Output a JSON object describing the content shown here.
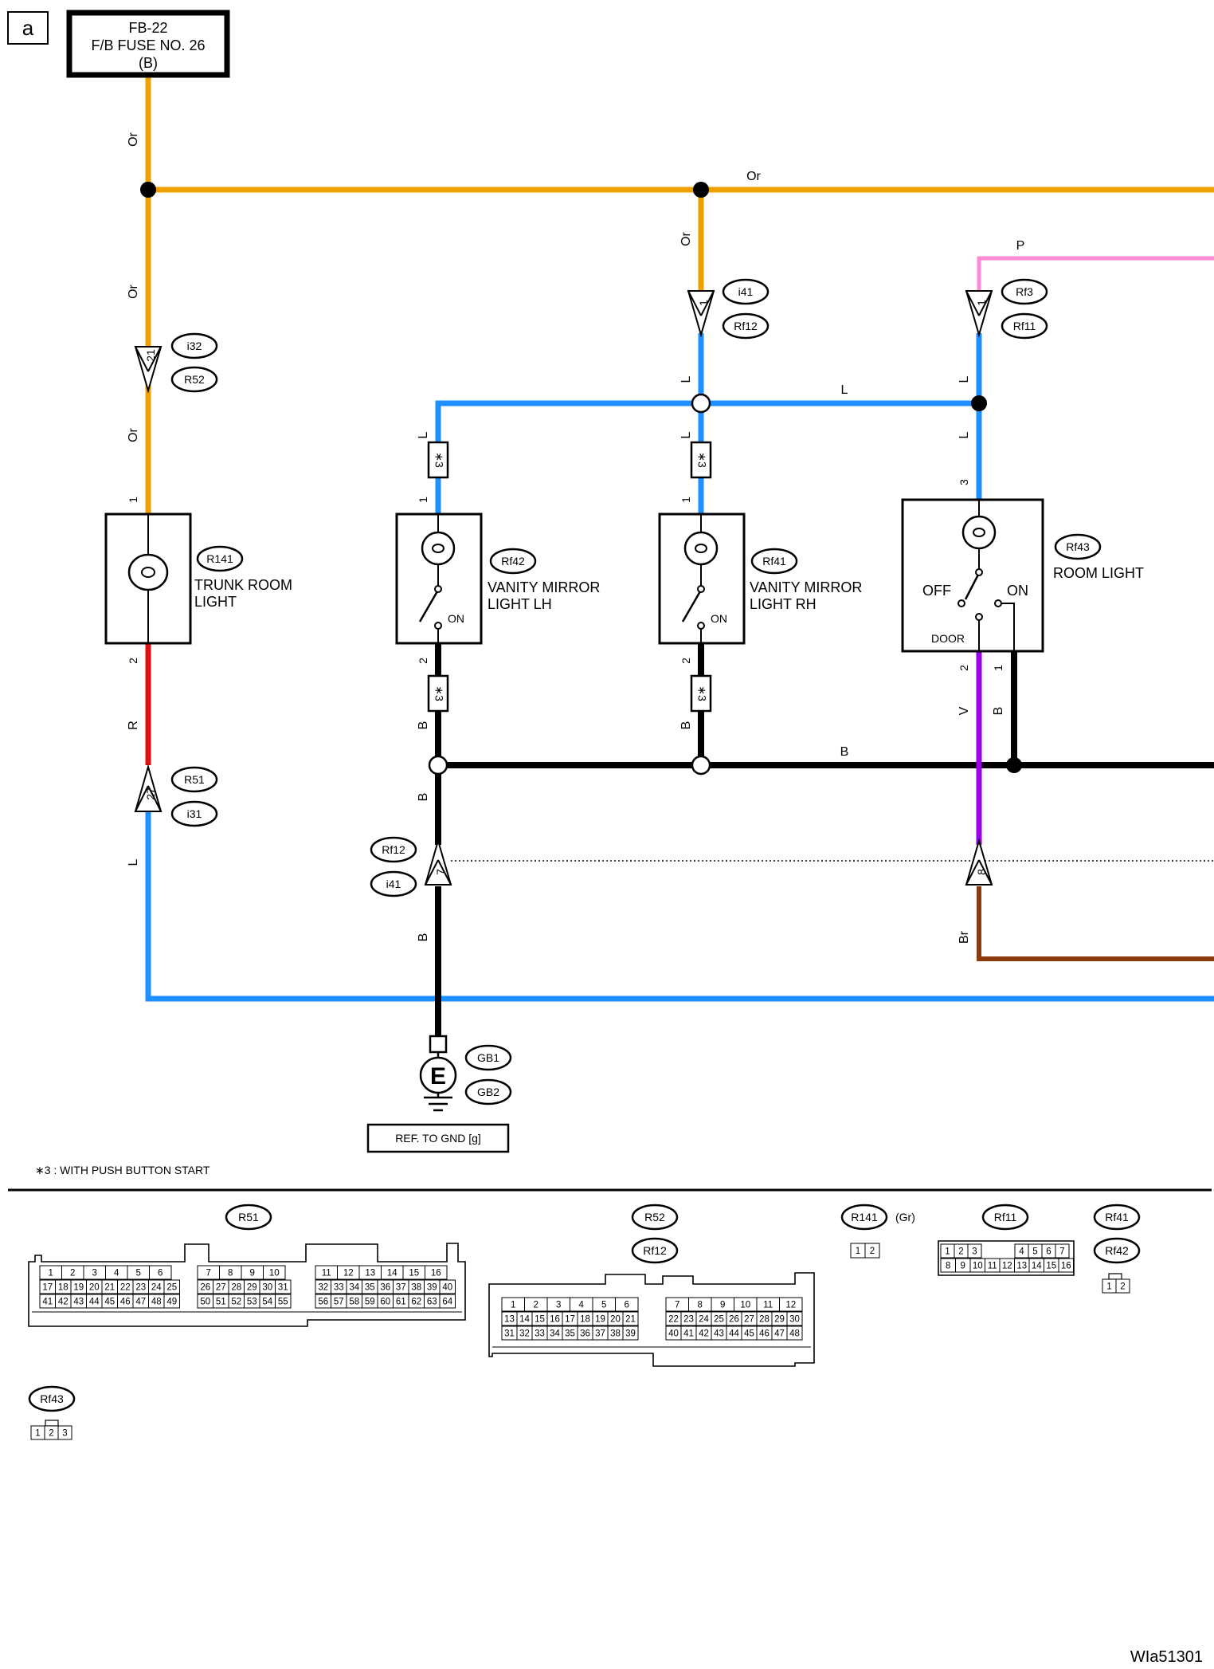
{
  "diagram_id": "a",
  "fuse": {
    "line1": "FB-22",
    "line2": "F/B FUSE NO. 26",
    "line3": "(B)"
  },
  "wire_colors": {
    "Or": "#ef9f00",
    "L": "#1e90ff",
    "P": "#ff8ad8",
    "R": "#e01010",
    "B": "#000000",
    "V": "#9a00e6",
    "Br": "#8b3a0e"
  },
  "wire_labels": {
    "or": "Or",
    "l": "L",
    "p": "P",
    "r": "R",
    "b": "B",
    "v": "V",
    "br": "Br"
  },
  "connectors": {
    "i32": "i32",
    "R52": "R52",
    "i41": "i41",
    "Rf12": "Rf12",
    "Rf3": "Rf3",
    "Rf11": "Rf11",
    "R51": "R51",
    "i31": "i31",
    "GB1": "GB1",
    "GB2": "GB2"
  },
  "pins": {
    "i32": "21",
    "i41": "1",
    "rf3": "1",
    "r51": "27",
    "rf12": "7",
    "rf43_gnd": "8",
    "one": "1",
    "two": "2",
    "three": "3"
  },
  "components": {
    "r141": {
      "id": "R141",
      "line1": "TRUNK ROOM",
      "line2": "LIGHT"
    },
    "rf42": {
      "id": "Rf42",
      "line1": "VANITY MIRROR",
      "line2": "LIGHT LH",
      "on": "ON"
    },
    "rf41": {
      "id": "Rf41",
      "line1": "VANITY MIRROR",
      "line2": "LIGHT RH",
      "on": "ON"
    },
    "rf43": {
      "id": "Rf43",
      "line1": "ROOM LIGHT",
      "off": "OFF",
      "on": "ON",
      "door": "DOOR"
    }
  },
  "note_mark": "∗3",
  "ground": {
    "symbol": "E",
    "ref": "REF. TO GND [g]"
  },
  "footnote": "∗3  : WITH PUSH BUTTON START",
  "connector_views": {
    "R51": "R51",
    "R52": "R52",
    "Rf12": "Rf12",
    "R141": "R141",
    "R141_color": "(Gr)",
    "Rf11": "Rf11",
    "Rf41": "Rf41",
    "Rf42": "Rf42",
    "Rf43": "Rf43",
    "r51_pins": [
      "1",
      "2",
      "3",
      "4",
      "5",
      "6",
      "7",
      "8",
      "9",
      "10",
      "11",
      "12",
      "13",
      "14",
      "15",
      "16",
      "17",
      "18",
      "19",
      "20",
      "21",
      "22",
      "23",
      "24",
      "25",
      "26",
      "27",
      "28",
      "29",
      "30",
      "31",
      "32",
      "33",
      "34",
      "35",
      "36",
      "37",
      "38",
      "39",
      "40",
      "41",
      "42",
      "43",
      "44",
      "45",
      "46",
      "47",
      "48",
      "49",
      "50",
      "51",
      "52",
      "53",
      "54",
      "55",
      "56",
      "57",
      "58",
      "59",
      "60",
      "61",
      "62",
      "63",
      "64"
    ],
    "r52_pins": [
      "1",
      "2",
      "3",
      "4",
      "5",
      "6",
      "7",
      "8",
      "9",
      "10",
      "11",
      "12",
      "13",
      "14",
      "15",
      "16",
      "17",
      "18",
      "19",
      "20",
      "21",
      "22",
      "23",
      "24",
      "25",
      "26",
      "27",
      "28",
      "29",
      "30",
      "31",
      "32",
      "33",
      "34",
      "35",
      "36",
      "37",
      "38",
      "39",
      "40",
      "41",
      "42",
      "43",
      "44",
      "45",
      "46",
      "47",
      "48"
    ],
    "r141_pins": [
      "1",
      "2"
    ],
    "rf11_pins": [
      "1",
      "2",
      "3",
      "4",
      "5",
      "6",
      "7",
      "8",
      "9",
      "10",
      "11",
      "12",
      "13",
      "14",
      "15",
      "16"
    ],
    "rf4142_pins": [
      "1",
      "2"
    ],
    "rf43_pins": [
      "1",
      "2",
      "3"
    ]
  },
  "image_code": "WIa51301"
}
